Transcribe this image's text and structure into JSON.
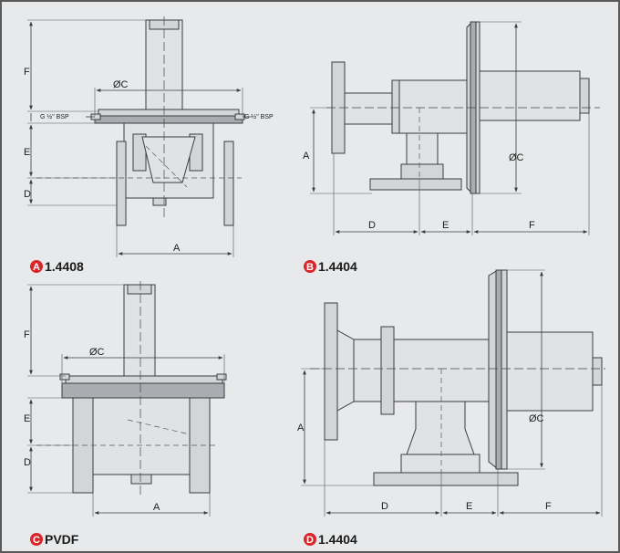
{
  "panels": {
    "a": {
      "badge": "A",
      "material": "1.4408",
      "dims": {
        "f": "F",
        "c": "ØC",
        "e": "E",
        "d": "D",
        "a": "A"
      },
      "ports": {
        "left": "G ½\" BSP",
        "right": "G ½\" BSP"
      }
    },
    "b": {
      "badge": "B",
      "material": "1.4404",
      "dims": {
        "a": "A",
        "c": "ØC",
        "d": "D",
        "e": "E",
        "f": "F"
      }
    },
    "c": {
      "badge": "C",
      "material": "PVDF",
      "dims": {
        "f": "F",
        "c": "ØC",
        "e": "E",
        "d": "D",
        "a": "A"
      }
    },
    "d": {
      "badge": "D",
      "material": "1.4404",
      "dims": {
        "a": "A",
        "c": "ØC",
        "d": "D",
        "e": "E",
        "f": "F"
      }
    }
  },
  "colors": {
    "badge": "#d9262b",
    "background": "#e7e9eb",
    "frame": "#5a5a5a"
  }
}
